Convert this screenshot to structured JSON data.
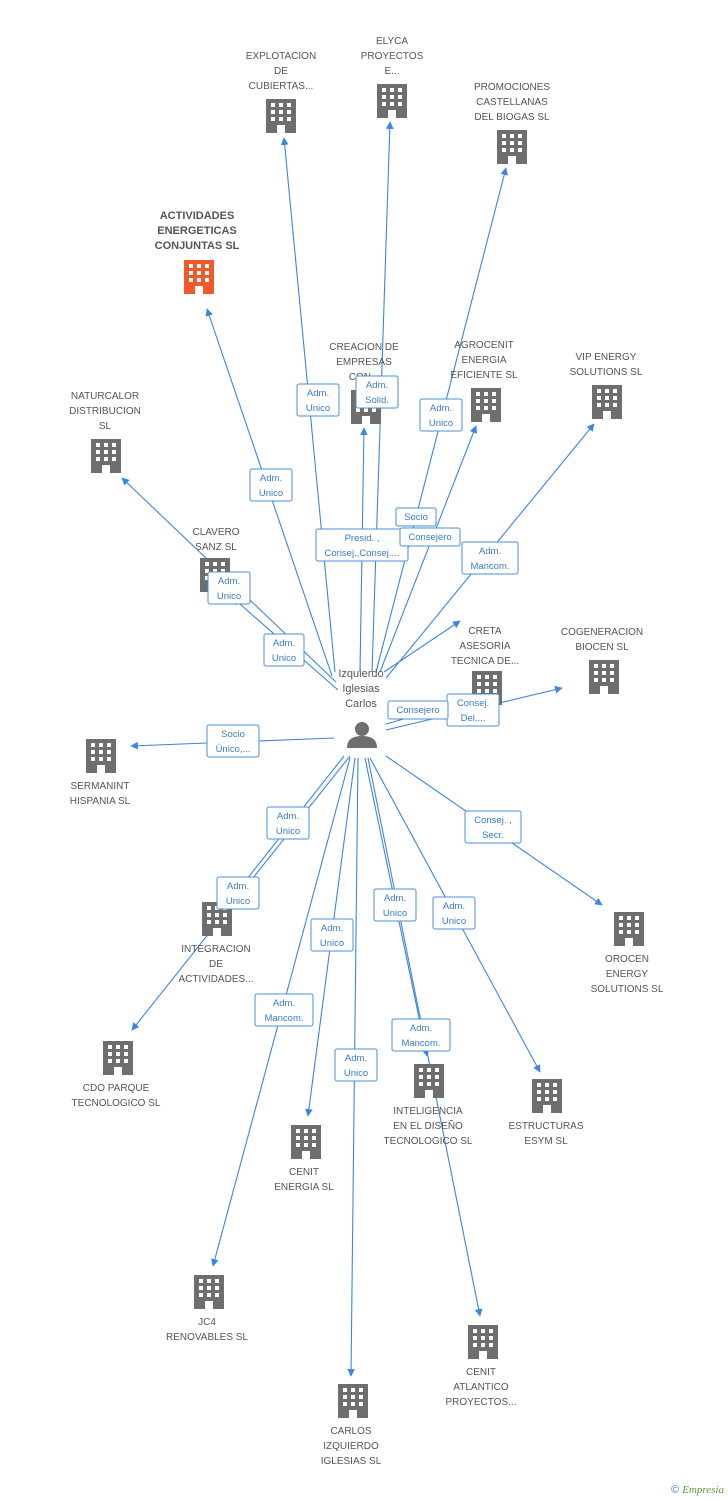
{
  "center": {
    "label": [
      "Izquierdo",
      "Iglesias",
      "Carlos"
    ]
  },
  "companies": [
    {
      "id": "explotacion",
      "label": [
        "EXPLOTACION",
        "DE",
        "CUBIERTAS..."
      ],
      "highlight": false
    },
    {
      "id": "elyca",
      "label": [
        "ELYCA",
        "PROYECTOS",
        "E..."
      ],
      "highlight": false
    },
    {
      "id": "promociones",
      "label": [
        "PROMOCIONES",
        "CASTELLANAS",
        "DEL BIOGAS SL"
      ],
      "highlight": false
    },
    {
      "id": "actividades",
      "label": [
        "ACTIVIDADES",
        "ENERGETICAS",
        "CONJUNTAS SL"
      ],
      "highlight": true
    },
    {
      "id": "creacion",
      "label": [
        "CREACION DE",
        "EMPRESAS",
        "CON..."
      ],
      "highlight": false
    },
    {
      "id": "agrocenit",
      "label": [
        "AGROCENIT",
        "ENERGIA",
        "EFICIENTE SL"
      ],
      "highlight": false
    },
    {
      "id": "vip",
      "label": [
        "VIP ENERGY",
        "SOLUTIONS SL"
      ],
      "highlight": false
    },
    {
      "id": "naturcalor",
      "label": [
        "NATURCALOR",
        "DISTRIBUCION",
        "SL"
      ],
      "highlight": false
    },
    {
      "id": "clavero",
      "label": [
        "CLAVERO",
        "SANZ SL"
      ],
      "highlight": false
    },
    {
      "id": "creta",
      "label": [
        "CRETA",
        "ASESORIA",
        "TECNICA DE..."
      ],
      "highlight": false
    },
    {
      "id": "cogeneracion",
      "label": [
        "COGENERACION",
        "BIOCEN SL"
      ],
      "highlight": false
    },
    {
      "id": "sermanint",
      "label": [
        "SERMANINT",
        "HISPANIA SL"
      ],
      "highlight": false
    },
    {
      "id": "integracion",
      "label": [
        "INTEGRACION",
        "DE",
        "ACTIVIDADES..."
      ],
      "highlight": false
    },
    {
      "id": "orocen",
      "label": [
        "OROCEN",
        "ENERGY",
        "SOLUTIONS SL"
      ],
      "highlight": false
    },
    {
      "id": "cdo",
      "label": [
        "CDO PARQUE",
        "TECNOLOGICO SL"
      ],
      "highlight": false
    },
    {
      "id": "inteligencia",
      "label": [
        "INTELIGENCIA",
        "EN EL DISEÑO",
        "TECNOLOGICO SL"
      ],
      "highlight": false
    },
    {
      "id": "estructuras",
      "label": [
        "ESTRUCTURAS",
        "ESYM SL"
      ],
      "highlight": false
    },
    {
      "id": "cenit",
      "label": [
        "CENIT",
        "ENERGIA SL"
      ],
      "highlight": false
    },
    {
      "id": "jc4",
      "label": [
        "JC4",
        "RENOVABLES SL"
      ],
      "highlight": false
    },
    {
      "id": "cenitatl",
      "label": [
        "CENIT",
        "ATLANTICO",
        "PROYECTOS..."
      ],
      "highlight": false
    },
    {
      "id": "carlos",
      "label": [
        "CARLOS",
        "IZQUIERDO",
        "IGLESIAS SL"
      ],
      "highlight": false
    }
  ],
  "relations": [
    {
      "to": "explotacion",
      "role": [
        "Adm.",
        "Unico"
      ]
    },
    {
      "to": "elyca",
      "role": [
        "Adm.",
        "Solid."
      ]
    },
    {
      "to": "promociones",
      "role": [
        "Adm.",
        "Unico"
      ]
    },
    {
      "to": "actividades",
      "role": [
        "Adm.",
        "Unico"
      ]
    },
    {
      "to": "creacion",
      "role": [
        "Presid. ,",
        "Consej.,Consej...."
      ]
    },
    {
      "to": "agrocenit",
      "role": [
        "Socio"
      ]
    },
    {
      "to": "creta",
      "role": [
        "Consejero"
      ]
    },
    {
      "to": "vip",
      "role": [
        "Adm.",
        "Mancom."
      ]
    },
    {
      "to": "naturcalor",
      "role": [
        "Adm.",
        "Unico"
      ]
    },
    {
      "to": "clavero",
      "role": [
        "Adm.",
        "Unico"
      ]
    },
    {
      "to": "cogeneracion",
      "role": [
        "Consej.",
        "Del...."
      ]
    },
    {
      "to": "creta2",
      "role": [
        "Consejero"
      ]
    },
    {
      "to": "sermanint",
      "role": [
        "Socio",
        "Único,..."
      ]
    },
    {
      "to": "integracion",
      "role": [
        "Adm.",
        "Unico"
      ]
    },
    {
      "to": "cdo",
      "role": [
        "Adm.",
        "Unico"
      ]
    },
    {
      "to": "orocen",
      "role": [
        "Consej. ,",
        "Secr."
      ]
    },
    {
      "to": "cenit",
      "role": [
        "Adm.",
        "Unico"
      ]
    },
    {
      "to": "inteligencia",
      "role": [
        "Adm.",
        "Unico"
      ]
    },
    {
      "to": "estructuras",
      "role": [
        "Adm.",
        "Unico"
      ]
    },
    {
      "to": "jc4",
      "role": [
        "Adm.",
        "Mancom."
      ]
    },
    {
      "to": "cenitatl",
      "role": [
        "Adm.",
        "Mancom."
      ]
    },
    {
      "to": "carlos",
      "role": [
        "Adm.",
        "Unico"
      ]
    }
  ],
  "colors": {
    "edge": "#3b86e0",
    "building": "#6e6e6e",
    "highlight": "#f05a2b",
    "person": "#6e6e6e"
  },
  "footer": {
    "copyright": "©",
    "brand": "Empresia"
  }
}
